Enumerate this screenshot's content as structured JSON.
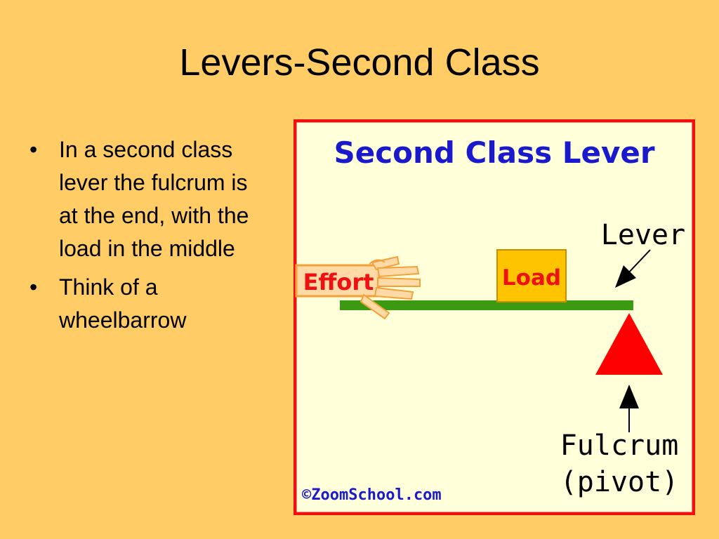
{
  "slide": {
    "title": "Levers-Second Class",
    "bullets": [
      "In a second class lever the fulcrum is at the end, with the load in the middle",
      "Think of a wheelbarrow"
    ]
  },
  "figure": {
    "heading": "Second Class Lever",
    "labels": {
      "effort": "Effort",
      "load": "Load",
      "lever": "Lever",
      "fulcrum": "Fulcrum",
      "pivot": "(pivot)"
    },
    "credit": "©ZoomSchool.com",
    "colors": {
      "frame": "#EE1111",
      "panel": "#FFFFD9",
      "heading": "#1A1ACC",
      "lever_bar": "#3C9A12",
      "load_box": "#FFC400",
      "fulcrum": "#FF0000",
      "effort_text": "#EE1111",
      "hand": "#FFD9A6"
    }
  }
}
